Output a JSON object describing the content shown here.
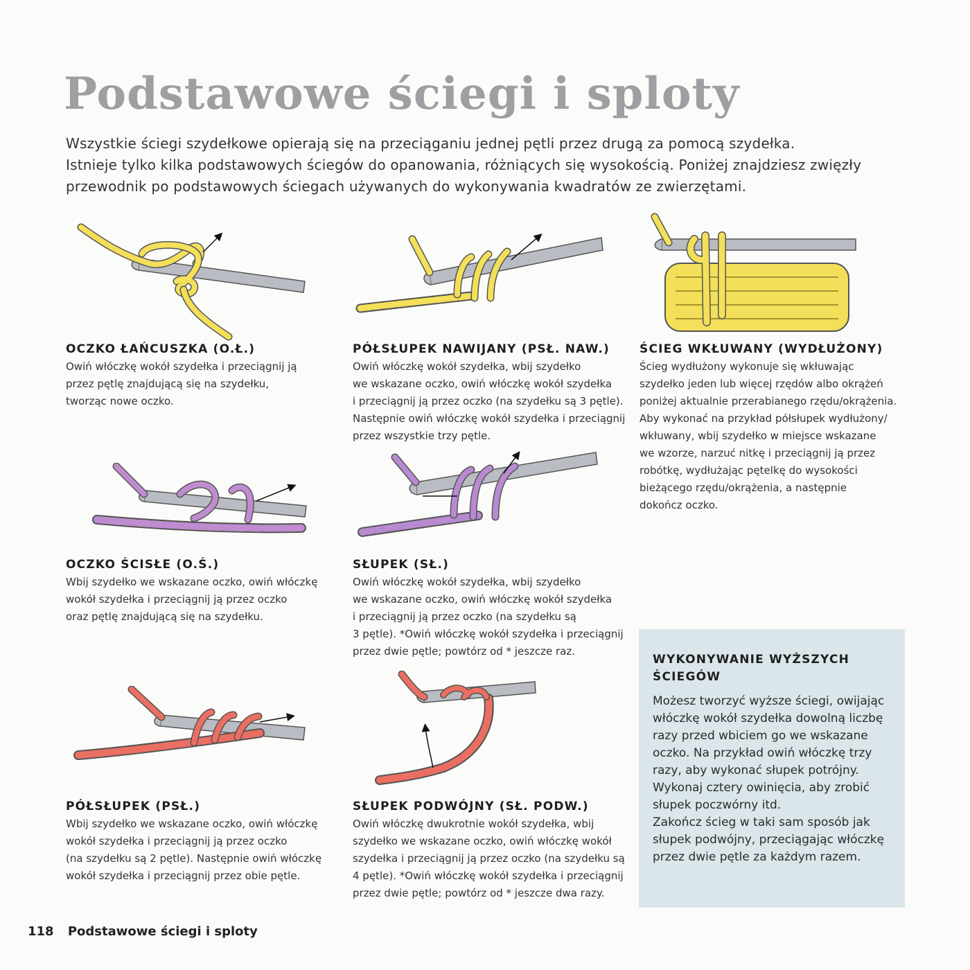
{
  "page": {
    "title": "Podstawowe ściegi i sploty",
    "intro": [
      "Wszystkie ściegi szydełkowe opierają się na przeciąganiu jednej pętli przez drugą za pomocą szydełka.",
      "Istnieje tylko kilka podstawowych ściegów do opanowania, różniących się wysokością. Poniżej znajdziesz zwięzły",
      "przewodnik po podstawowych ściegach używanych do wykonywania kwadratów ze zwierzętami."
    ]
  },
  "stitches": {
    "chain": {
      "title": "OCZKO ŁAŃCUSZKA (O.Ł.)",
      "lines": [
        "Owiń włóczkę wokół szydełka i przeciągnij ją",
        "przez pętlę znajdującą się na szydełku,",
        "tworząc nowe oczko."
      ],
      "yarn_color": "#f3df5a"
    },
    "hdc_wrapped": {
      "title": "PÓŁSŁUPEK NAWIJANY (PSŁ. NAW.)",
      "lines": [
        "Owiń włóczkę wokół szydełka, wbij szydełko",
        "we wskazane oczko, owiń włóczkę wokół szydełka",
        "i przeciągnij ją przez oczko (na szydełku są 3 pętle).",
        "Następnie owiń włóczkę wokół szydełka i przeciągnij",
        "przez wszystkie trzy pętle."
      ],
      "yarn_color": "#f3df5a"
    },
    "spike": {
      "title": "ŚCIEG WKŁUWANY (WYDŁUŻONY)",
      "lines": [
        "Ścieg wydłużony wykonuje się wkłuwając",
        "szydełko jeden lub więcej rzędów albo okrążeń",
        "poniżej aktualnie przerabianego rzędu/okrążenia.",
        "Aby wykonać na przykład półsłupek wydłużony/",
        "wkłuwany, wbij szydełko w miejsce wskazane",
        "we wzorze, narzuć nitkę i przeciągnij ją przez",
        "robótkę, wydłużając pętelkę do wysokości",
        "bieżącego rzędu/okrążenia, a następnie",
        "dokończ oczko."
      ],
      "yarn_color": "#f3df5a"
    },
    "slip": {
      "title": "OCZKO ŚCISŁE (O.Ś.)",
      "lines": [
        "Wbij szydełko we wskazane oczko, owiń włóczkę",
        "wokół szydełka i przeciągnij ją przez oczko",
        "oraz pętlę znajdującą się na szydełku."
      ],
      "yarn_color": "#c98fd0"
    },
    "dc": {
      "title": "SŁUPEK (SŁ.)",
      "lines": [
        "Owiń włóczkę wokół szydełka, wbij szydełko",
        "we wskazane oczko, owiń włóczkę wokół szydełka",
        "i przeciągnij ją przez oczko (na szydełku są",
        "3 pętle). *Owiń włóczkę wokół szydełka i przeciągnij",
        "przez dwie pętle; powtórz od * jeszcze raz."
      ],
      "yarn_color": "#b88ad0"
    },
    "hdc": {
      "title": "PÓŁSŁUPEK (PSŁ.)",
      "lines": [
        "Wbij szydełko we wskazane oczko, owiń włóczkę",
        "wokół szydełka i przeciągnij ją przez oczko",
        "(na szydełku są 2 pętle). Następnie owiń włóczkę",
        "wokół szydełka i przeciągnij przez obie pętle."
      ],
      "yarn_color": "#ea6f62"
    },
    "tr": {
      "title": "SŁUPEK PODWÓJNY (SŁ. PODW.)",
      "lines": [
        "Owiń włóczkę dwukrotnie wokół szydełka, wbij",
        "szydełko we wskazane oczko, owiń włóczkę wokół",
        "szydełka i przeciągnij ją przez oczko (na szydełku są",
        "4 pętle). *Owiń włóczkę wokół szydełka i przeciągnij",
        "przez dwie pętle; powtórz od * jeszcze dwa razy."
      ],
      "yarn_color": "#ea6f62"
    }
  },
  "tip_box": {
    "title_lines": [
      "WYKONYWANIE WYŻSZYCH",
      "ŚCIEGÓW"
    ],
    "lines": [
      "Możesz tworzyć wyższe ściegi, owijając",
      "włóczkę wokół szydełka dowolną liczbę",
      "razy przed wbiciem go we wskazane",
      "oczko. Na przykład owiń włóczkę trzy",
      "razy, aby wykonać słupek potrójny.",
      "Wykonaj cztery owinięcia, aby zrobić",
      "słupek poczwórny itd.",
      "Zakończ ścieg w taki sam sposób jak",
      "słupek podwójny, przeciągając włóczkę",
      "przez dwie pętle za każdym razem."
    ],
    "background": "#dbe6ea"
  },
  "footer": {
    "page_number": "118",
    "section": "Podstawowe ściegi i sploty"
  },
  "colors": {
    "title": "#9d9fa3",
    "hook": "#b9bcc2",
    "yellow_yarn": "#f3df5a",
    "purple_yarn": "#c08cd0",
    "red_yarn": "#ea6f62"
  }
}
